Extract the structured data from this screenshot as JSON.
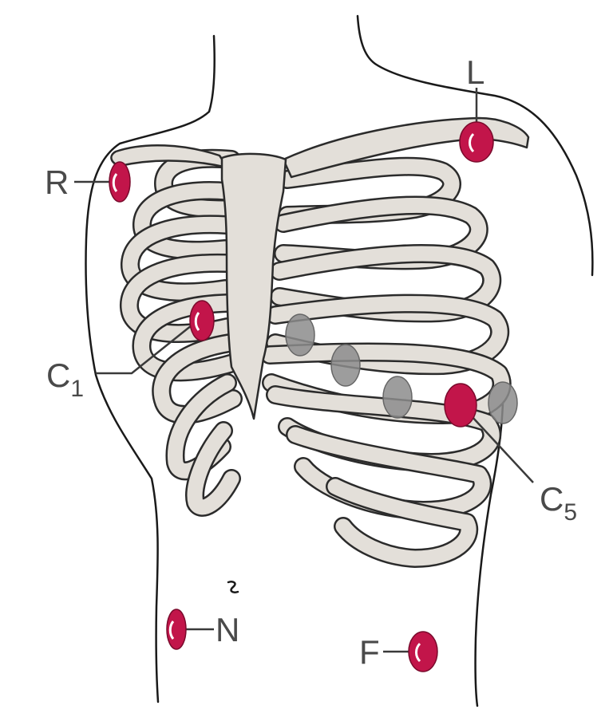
{
  "diagram": {
    "electrodes": {
      "R": {
        "label": "R",
        "kind": "limb",
        "color": "#c2154a"
      },
      "L": {
        "label": "L",
        "kind": "limb",
        "color": "#c2154a"
      },
      "N": {
        "label": "N",
        "kind": "limb",
        "color": "#c2154a"
      },
      "F": {
        "label": "F",
        "kind": "limb",
        "color": "#c2154a"
      },
      "C1": {
        "label": "C",
        "subscript": "1",
        "kind": "chest",
        "color": "#c2154a"
      },
      "C5": {
        "label": "C",
        "subscript": "5",
        "kind": "chest",
        "color": "#c2154a"
      }
    },
    "other_chest_positions": {
      "count": 4,
      "color": "#8c8c8c"
    },
    "colors": {
      "bone": "#e3dfd9",
      "outline": "#2b2b2b",
      "electrode_highlight": "#ffffff"
    }
  }
}
